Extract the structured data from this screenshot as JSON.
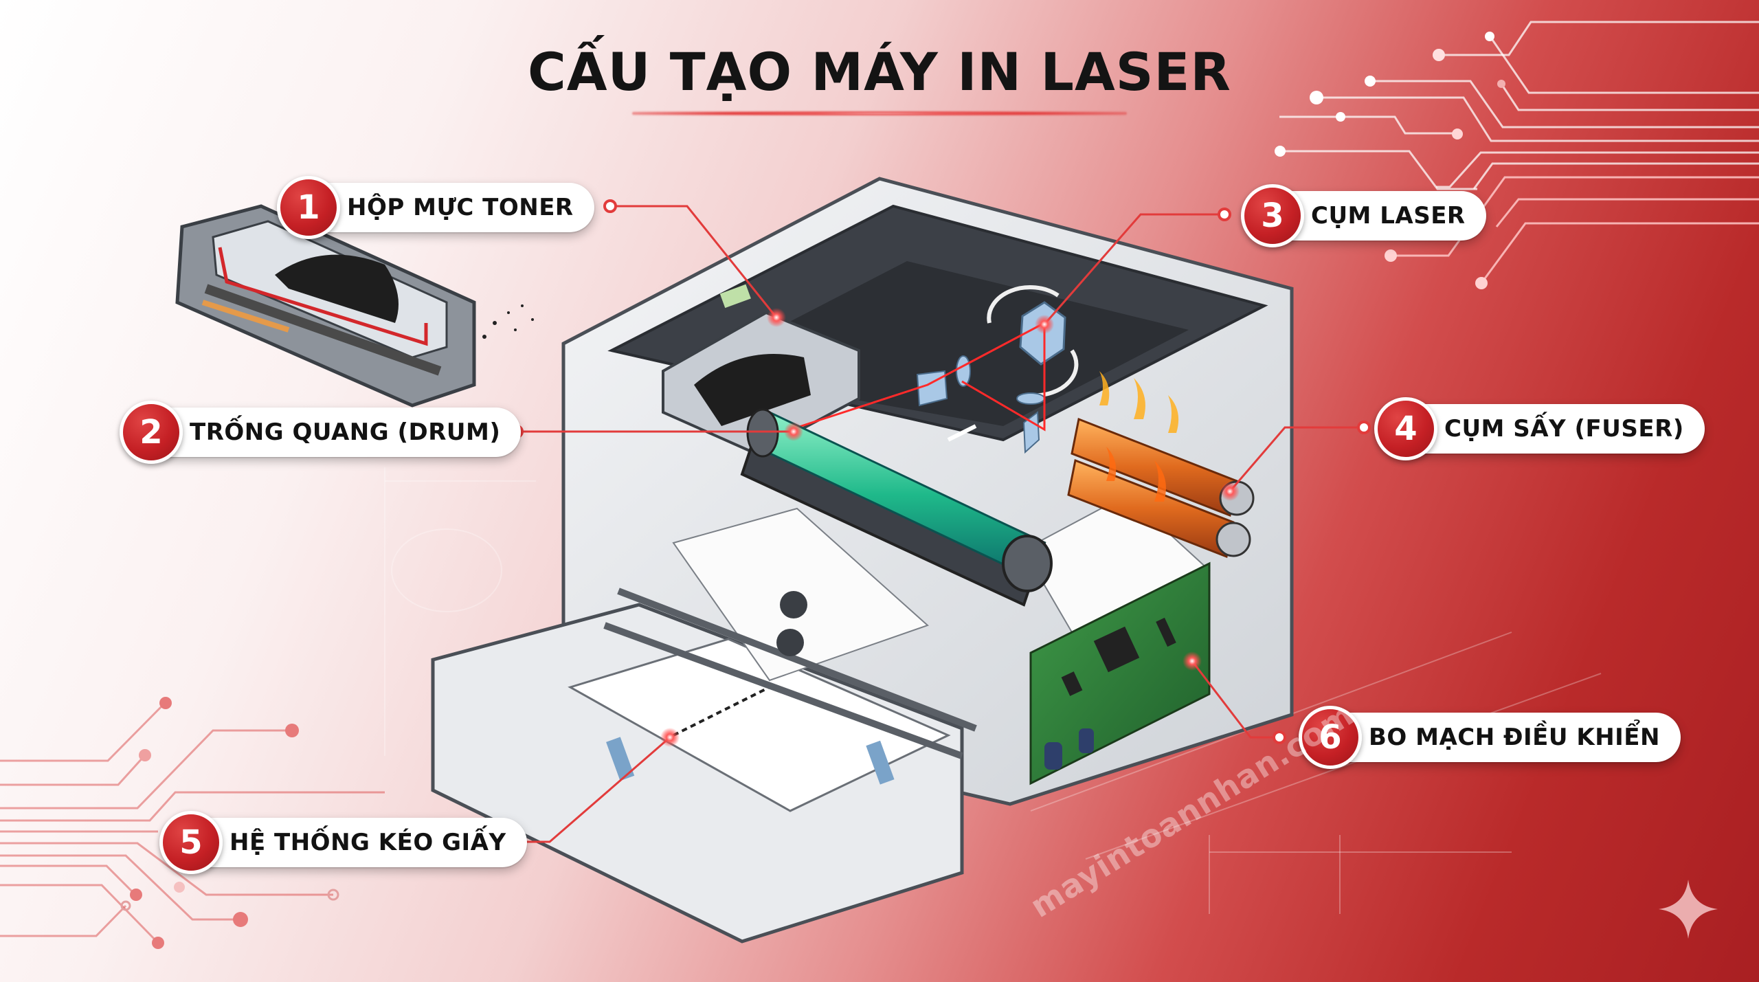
{
  "title": "CẤU TẠO MÁY IN LASER",
  "callouts": [
    {
      "number": "1",
      "label": "HỘP MỰC TONER"
    },
    {
      "number": "2",
      "label": "TRỐNG QUANG (DRUM)"
    },
    {
      "number": "3",
      "label": "CỤM LASER"
    },
    {
      "number": "4",
      "label": "CỤM SẤY (FUSER)"
    },
    {
      "number": "5",
      "label": "HỆ THỐNG KÉO GIẤY"
    },
    {
      "number": "6",
      "label": "BO MẠCH ĐIỀU KHIỂN"
    }
  ],
  "watermark": "mayintoannhan.com",
  "illustration": {
    "subject": "laser-printer-cutaway",
    "components": [
      "toner-cartridge",
      "drum-unit",
      "laser-scanner-unit",
      "fuser-rollers",
      "paper-feed-tray",
      "control-board"
    ]
  },
  "colors": {
    "accent": "#c52025",
    "badge_red": "#c52025",
    "drum_green": "#1fb98a",
    "fuser_orange": "#e06a1e",
    "pcb_green": "#2f7d3a",
    "title_text": "#141414"
  }
}
